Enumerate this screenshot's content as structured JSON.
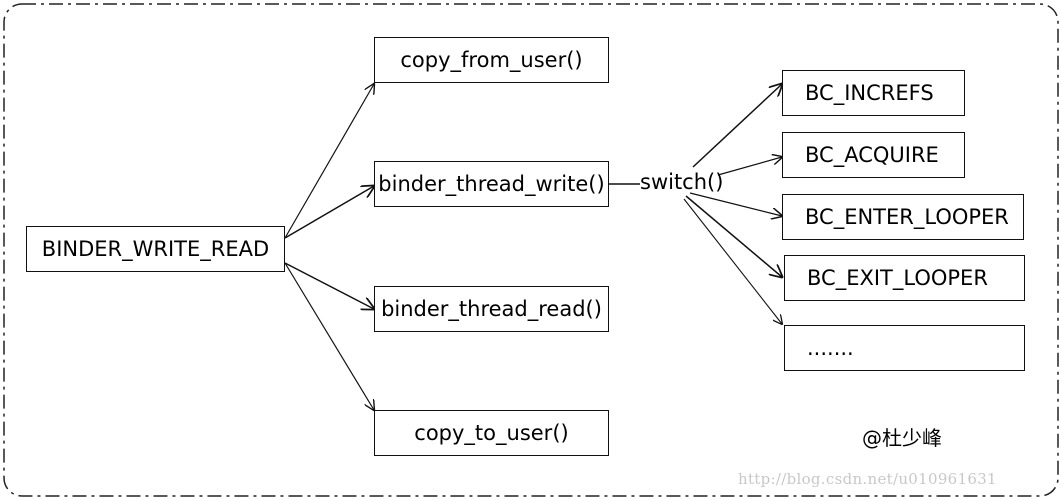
{
  "nodes": {
    "root": "BINDER_WRITE_READ",
    "copy_from_user": "copy_from_user()",
    "binder_thread_write": "binder_thread_write()",
    "binder_thread_read": "binder_thread_read()",
    "copy_to_user": "copy_to_user()",
    "bc_increfs": "BC_INCREFS",
    "bc_acquire": "BC_ACQUIRE",
    "bc_enter_looper": "BC_ENTER_LOOPER",
    "bc_exit_looper": "BC_EXIT_LOOPER",
    "more": "......."
  },
  "switch_label": "switch()",
  "watermark": {
    "author": "@杜少峰",
    "url": "http://blog.csdn.net/u010961631"
  },
  "colors": {
    "line": "#111111",
    "border": "#222222",
    "watermark_url": "#c8c8c8"
  }
}
